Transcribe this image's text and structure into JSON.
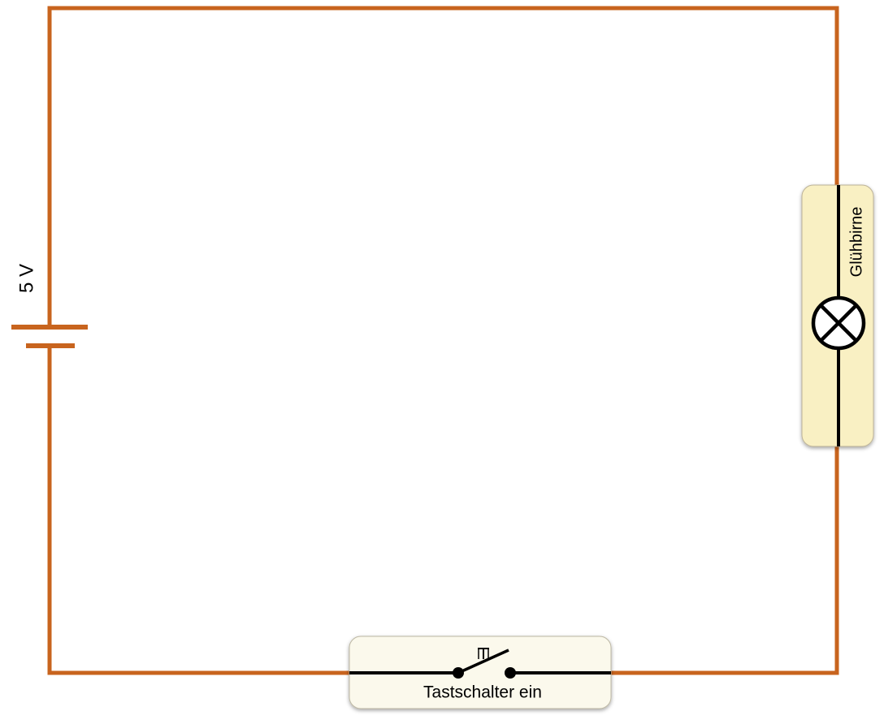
{
  "battery": {
    "label": "5 V"
  },
  "lamp": {
    "label": "Glühbirne"
  },
  "switch": {
    "label": "Tastschalter ein"
  },
  "colors": {
    "wire": "#c8641e",
    "lamp_panel": "#f9f0c3",
    "switch_panel": "#fbf9ec",
    "symbol": "#000000"
  }
}
